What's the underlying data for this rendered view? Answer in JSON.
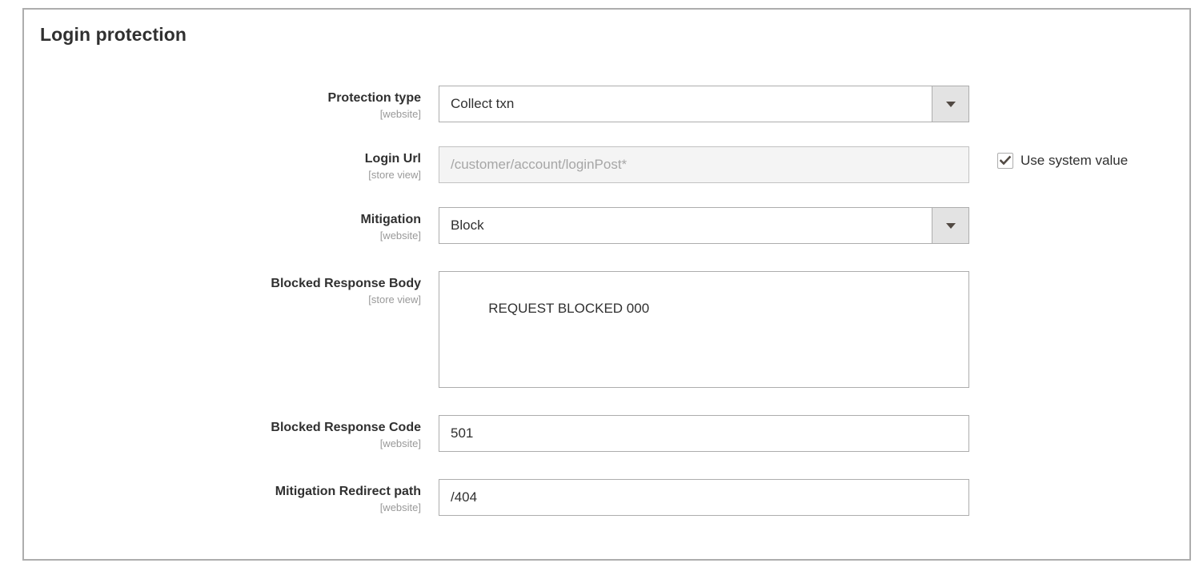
{
  "panel": {
    "title": "Login protection"
  },
  "fields": [
    {
      "label": "Protection type",
      "scope": "[website]",
      "type": "select",
      "value": "Collect txn",
      "name": "protection-type"
    },
    {
      "label": "Login Url",
      "scope": "[store view]",
      "type": "text-disabled",
      "value": "/customer/account/loginPost*",
      "name": "login-url"
    },
    {
      "label": "Mitigation",
      "scope": "[website]",
      "type": "select",
      "value": "Block",
      "name": "mitigation"
    },
    {
      "label": "Blocked Response Body",
      "scope": "[store view]",
      "type": "textarea",
      "value": "REQUEST BLOCKED 000",
      "name": "blocked-response-body"
    },
    {
      "label": "Blocked Response Code",
      "scope": "[website]",
      "type": "text",
      "value": "501",
      "name": "blocked-response-code"
    },
    {
      "label": "Mitigation Redirect path",
      "scope": "[website]",
      "type": "text",
      "value": "/404",
      "name": "mitigation-redirect-path"
    }
  ],
  "system_value": {
    "label": "Use system value",
    "checked": true
  },
  "colors": {
    "panel_border": "#adadad",
    "text": "#303030",
    "scope_text": "#999999",
    "disabled_bg": "#f4f4f4",
    "disabled_text": "#a6a6a6",
    "select_button_bg": "#e3e3e3"
  }
}
